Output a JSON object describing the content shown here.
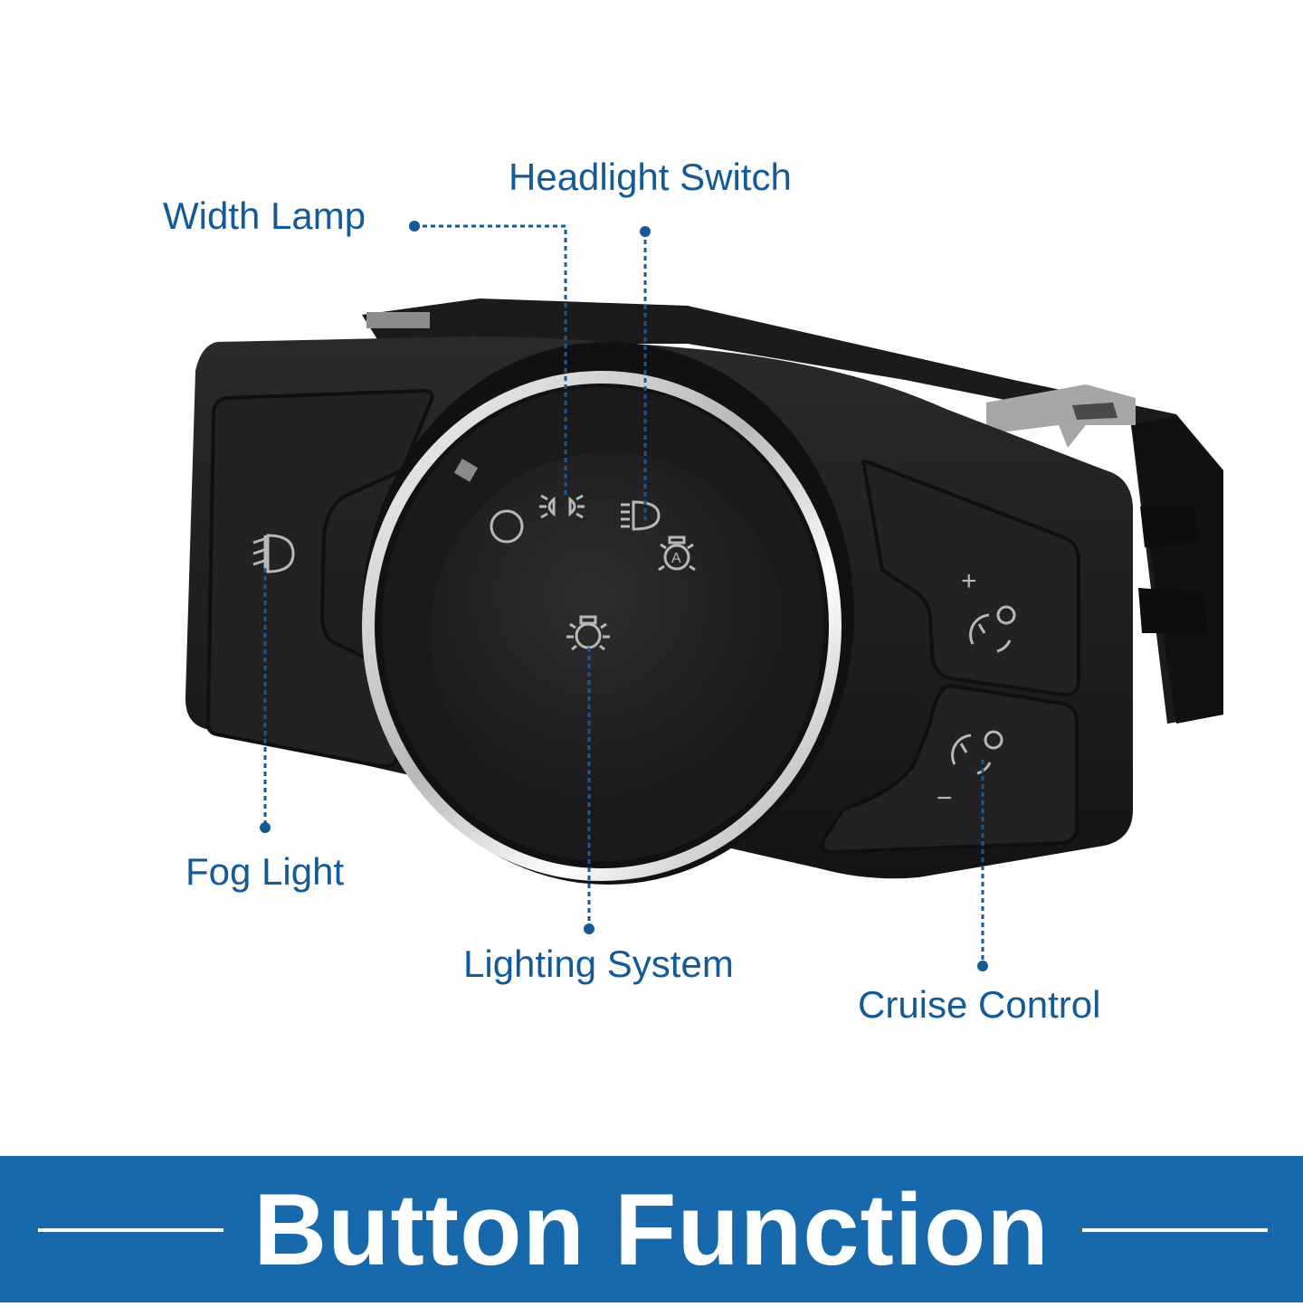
{
  "labels": {
    "width_lamp": "Width Lamp",
    "headlight_switch": "Headlight Switch",
    "fog_light": "Fog Light",
    "lighting_system": "Lighting System",
    "cruise_control": "Cruise Control"
  },
  "panel": {
    "plus_symbol": "+",
    "minus_symbol": "−"
  },
  "banner": {
    "title": "Button Function"
  },
  "colors": {
    "label_text": "#145a96",
    "banner_bg": "#1769ab",
    "leader_line": "#145a96",
    "body": "#1c1c1e",
    "chrome_ring": "#d9d9d9"
  },
  "icons": [
    "fog-light-icon",
    "off-circle-icon",
    "width-lamp-icon",
    "headlight-icon",
    "auto-light-icon",
    "lighting-system-icon",
    "cruise-increase-icon",
    "cruise-decrease-icon"
  ]
}
